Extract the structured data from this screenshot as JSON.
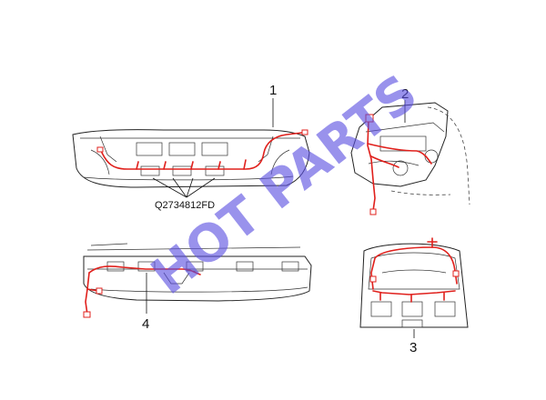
{
  "diagram": {
    "callouts": [
      "1",
      "2",
      "3",
      "4"
    ],
    "part_code": "Q2734812FD",
    "watermark": "HOT PARTS",
    "colors": {
      "harness": "#e0201c",
      "outline": "#222222",
      "watermark": "#5a4fe0"
    }
  }
}
